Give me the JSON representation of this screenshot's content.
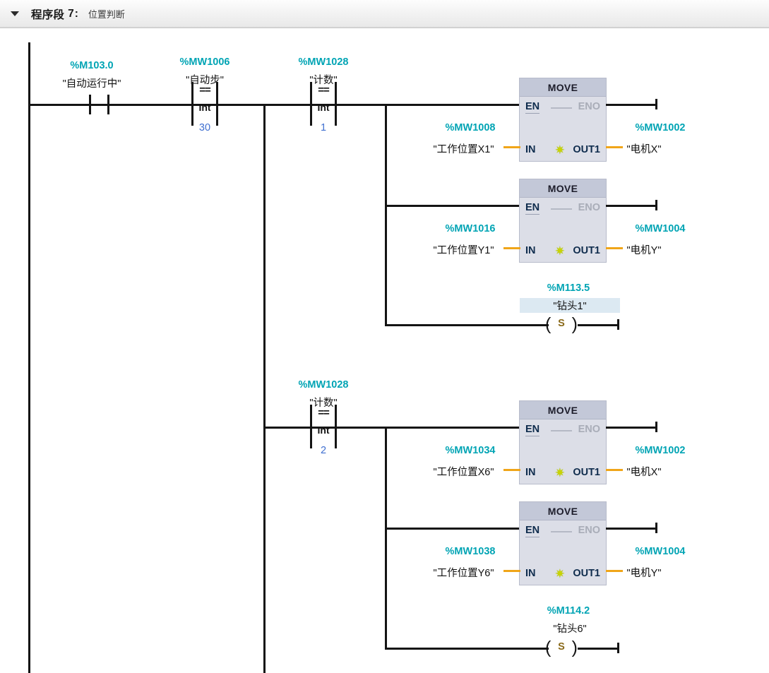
{
  "header": {
    "collapse_icon": "triangle-down-icon",
    "title": "程序段",
    "number": "7",
    "colon": ":",
    "comment": "位置判断"
  },
  "rung": {
    "contact": {
      "address": "%M103.0",
      "symbol": "\"自动运行中\"",
      "type": "normally-open-contact"
    },
    "compare_auto_step": {
      "address": "%MW1006",
      "symbol": "\"自动步\"",
      "operator": "==",
      "datatype": "Int",
      "operand": "30"
    }
  },
  "branches": [
    {
      "compare": {
        "address": "%MW1028",
        "symbol": "\"计数\"",
        "operator": "==",
        "datatype": "Int",
        "operand": "1"
      },
      "moves": [
        {
          "title": "MOVE",
          "en": "EN",
          "eno": "ENO",
          "in_label": "IN",
          "out_label": "OUT1",
          "in_address": "%MW1008",
          "in_symbol": "\"工作位置X1\"",
          "out_address": "%MW1002",
          "out_symbol": "\"电机X\""
        },
        {
          "title": "MOVE",
          "en": "EN",
          "eno": "ENO",
          "in_label": "IN",
          "out_label": "OUT1",
          "in_address": "%MW1016",
          "in_symbol": "\"工作位置Y1\"",
          "out_address": "%MW1004",
          "out_symbol": "\"电机Y\""
        }
      ],
      "coil": {
        "address": "%M113.5",
        "symbol": "\"钻头1\"",
        "type": "set-coil",
        "letter": "S",
        "highlighted": true
      }
    },
    {
      "compare": {
        "address": "%MW1028",
        "symbol": "\"计数\"",
        "operator": "==",
        "datatype": "Int",
        "operand": "2"
      },
      "moves": [
        {
          "title": "MOVE",
          "en": "EN",
          "eno": "ENO",
          "in_label": "IN",
          "out_label": "OUT1",
          "in_address": "%MW1034",
          "in_symbol": "\"工作位置X6\"",
          "out_address": "%MW1002",
          "out_symbol": "\"电机X\""
        },
        {
          "title": "MOVE",
          "en": "EN",
          "eno": "ENO",
          "in_label": "IN",
          "out_label": "OUT1",
          "in_address": "%MW1038",
          "in_symbol": "\"工作位置Y6\"",
          "out_address": "%MW1004",
          "out_symbol": "\"电机Y\""
        }
      ],
      "coil": {
        "address": "%M114.2",
        "symbol": "\"钻头6\"",
        "type": "set-coil",
        "letter": "S",
        "highlighted": false
      }
    }
  ],
  "colors": {
    "address_teal": "#00a4b4",
    "operand_blue": "#3f6fd0",
    "wire_black": "#141414",
    "operand_wire_orange": "#f0a519",
    "selection_blue": "#dce9f2",
    "move_header": "#c3c8d8",
    "move_body": "#dcdee7"
  },
  "parens": {
    "left": "(",
    "right": ")"
  }
}
